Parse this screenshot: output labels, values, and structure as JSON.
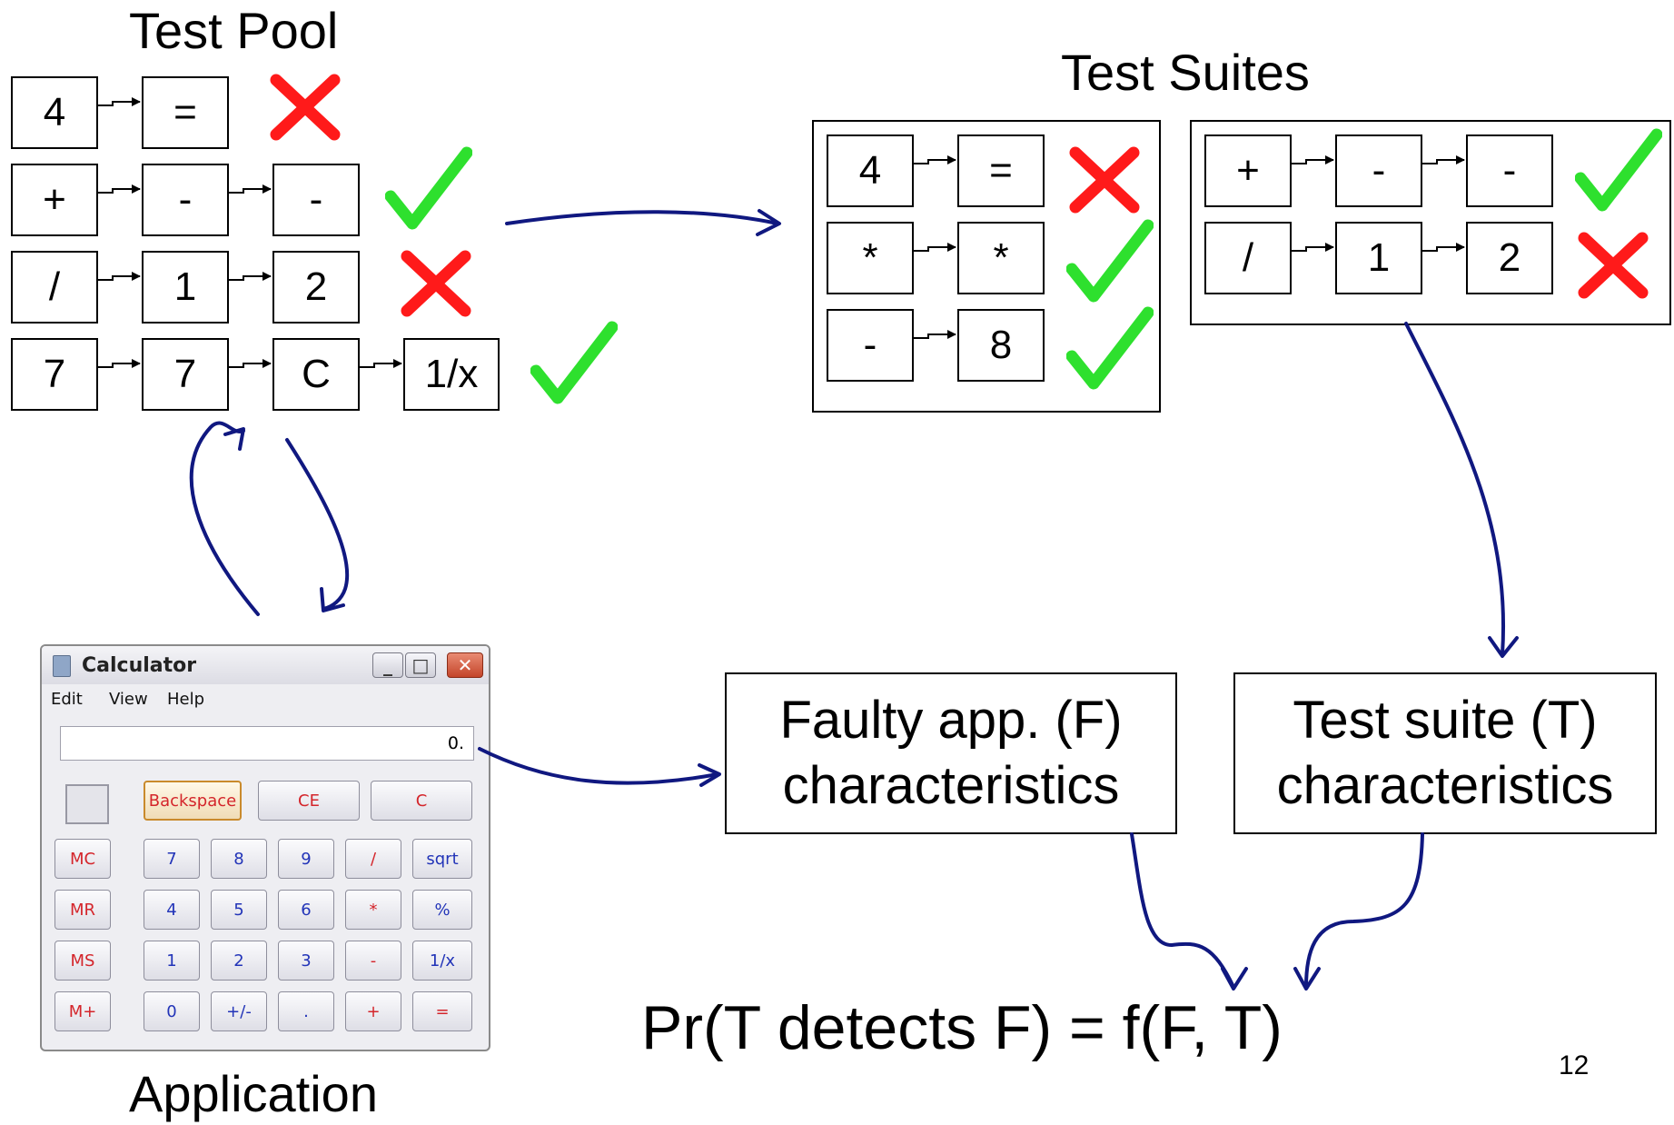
{
  "test_pool": {
    "title": "Test Pool",
    "rows": [
      {
        "steps": [
          "4",
          "="
        ],
        "result": "fail"
      },
      {
        "steps": [
          "+",
          "-",
          "-"
        ],
        "result": "pass"
      },
      {
        "steps": [
          "/",
          "1",
          "2"
        ],
        "result": "fail"
      },
      {
        "steps": [
          "7",
          "7",
          "C",
          "1/x"
        ],
        "result": "pass"
      }
    ]
  },
  "test_suites": {
    "title": "Test Suites",
    "suite_a": [
      {
        "steps": [
          "4",
          "="
        ],
        "result": "fail"
      },
      {
        "steps": [
          "*",
          "*"
        ],
        "result": "pass"
      },
      {
        "steps": [
          "-",
          "8"
        ],
        "result": "pass"
      }
    ],
    "suite_b": [
      {
        "steps": [
          "+",
          "-",
          "-"
        ],
        "result": "pass"
      },
      {
        "steps": [
          "/",
          "1",
          "2"
        ],
        "result": "fail"
      }
    ]
  },
  "calculator": {
    "title": "Calculator",
    "menu": [
      "Edit",
      "View",
      "Help"
    ],
    "display": "0.",
    "top_buttons": [
      "Backspace",
      "CE",
      "C"
    ],
    "memory_buttons": [
      "MC",
      "MR",
      "MS",
      "M+"
    ],
    "keypad": [
      [
        "7",
        "8",
        "9",
        "/",
        "sqrt"
      ],
      [
        "4",
        "5",
        "6",
        "*",
        "%"
      ],
      [
        "1",
        "2",
        "3",
        "-",
        "1/x"
      ],
      [
        "0",
        "+/-",
        ".",
        "+",
        "="
      ]
    ]
  },
  "application_label": "Application",
  "faulty_box": {
    "line1": "Faulty app. (F)",
    "line2": "characteristics"
  },
  "suite_box": {
    "line1": "Test suite (T)",
    "line2": "characteristics"
  },
  "formula": "Pr(T detects F) = f(F, T)",
  "page_number": "12",
  "colors": {
    "pass": "#2ee02e",
    "fail": "#ff1a1a",
    "arrow": "#101880"
  }
}
